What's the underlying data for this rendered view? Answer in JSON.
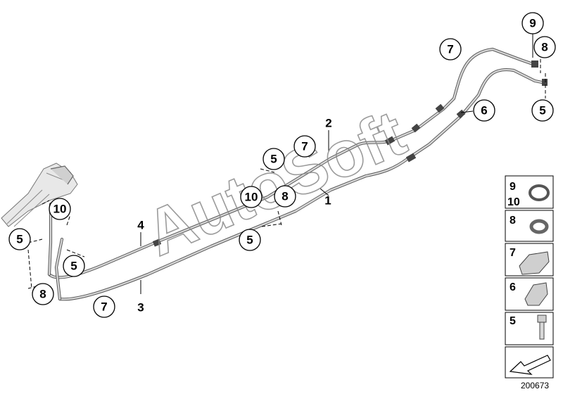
{
  "watermark": "AutoSoft",
  "diagram_id": "200673",
  "callouts": [
    {
      "id": "c9-top",
      "label": "9"
    },
    {
      "id": "c7-top",
      "label": "7"
    },
    {
      "id": "c8-top",
      "label": "8"
    },
    {
      "id": "c6",
      "label": "6"
    },
    {
      "id": "c5-right",
      "label": "5"
    },
    {
      "id": "c7-mid",
      "label": "7"
    },
    {
      "id": "c5-mid",
      "label": "5"
    },
    {
      "id": "c10-mid",
      "label": "10"
    },
    {
      "id": "c8-mid",
      "label": "8"
    },
    {
      "id": "c5-low-mid",
      "label": "5"
    },
    {
      "id": "c10-left",
      "label": "10"
    },
    {
      "id": "c5-left",
      "label": "5"
    },
    {
      "id": "c5-left-low",
      "label": "5"
    },
    {
      "id": "c8-left",
      "label": "8"
    },
    {
      "id": "c7-bottom",
      "label": "7"
    }
  ],
  "plain_labels": [
    {
      "id": "n2",
      "label": "2"
    },
    {
      "id": "n1",
      "label": "1"
    },
    {
      "id": "n4",
      "label": "4"
    },
    {
      "id": "n3",
      "label": "3"
    }
  ],
  "legend": [
    {
      "labels": [
        "9",
        "10"
      ],
      "part": "o-ring"
    },
    {
      "labels": [
        "8"
      ],
      "part": "seal-ring"
    },
    {
      "labels": [
        "7"
      ],
      "part": "double-clip"
    },
    {
      "labels": [
        "6"
      ],
      "part": "single-clip"
    },
    {
      "labels": [
        "5"
      ],
      "part": "bolt"
    }
  ],
  "colors": {
    "pipe": "#d9d9d9",
    "outline": "#5a5a5a",
    "watermark": "#8a8a8a"
  }
}
